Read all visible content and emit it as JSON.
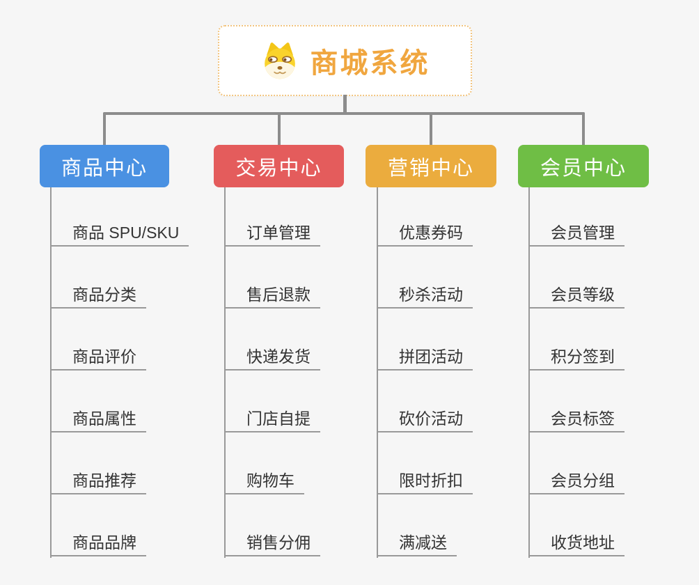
{
  "root": {
    "title": "商城系统",
    "icon": "doge-dog-face"
  },
  "branches": [
    {
      "label": "商品中心",
      "color": "#4A91E2",
      "items": [
        "商品 SPU/SKU",
        "商品分类",
        "商品评价",
        "商品属性",
        "商品推荐",
        "商品品牌"
      ]
    },
    {
      "label": "交易中心",
      "color": "#E45C5C",
      "items": [
        "订单管理",
        "售后退款",
        "快递发货",
        "门店自提",
        "购物车",
        "销售分佣"
      ]
    },
    {
      "label": "营销中心",
      "color": "#EBAC3E",
      "items": [
        "优惠券码",
        "秒杀活动",
        "拼团活动",
        "砍价活动",
        "限时折扣",
        "满减送"
      ]
    },
    {
      "label": "会员中心",
      "color": "#6FBE45",
      "items": [
        "会员管理",
        "会员等级",
        "积分签到",
        "会员标签",
        "会员分组",
        "收货地址"
      ]
    }
  ],
  "colors": {
    "background": "#F6F6F6",
    "connector": "#8C8C8C",
    "leaf_line": "#999999",
    "leaf_text": "#333333",
    "root_border": "#F2C47E",
    "root_title": "#F0A63F"
  }
}
